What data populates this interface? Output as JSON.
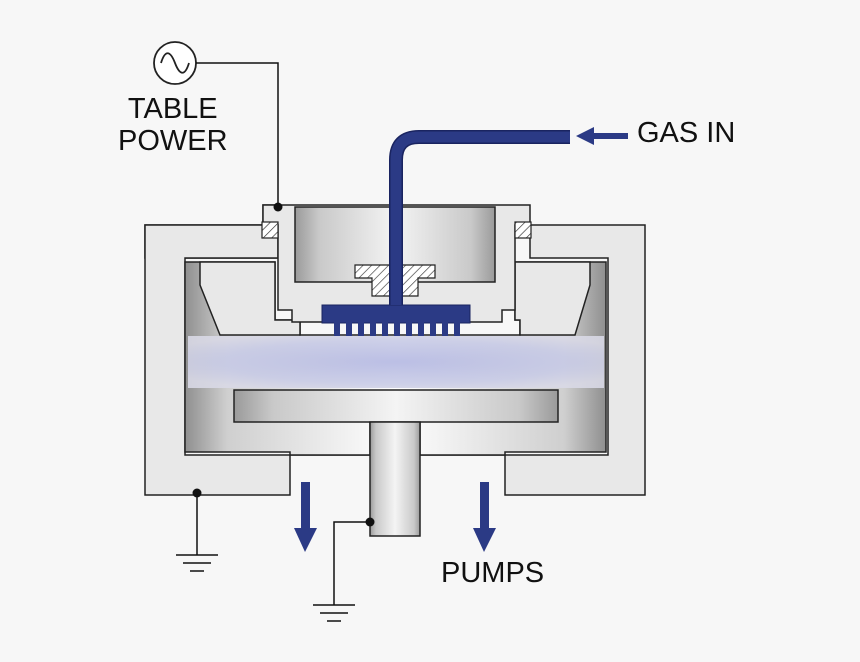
{
  "labels": {
    "table_power_line1": "TABLE",
    "table_power_line2": "POWER",
    "gas_in": "GAS IN",
    "pumps": "PUMPS"
  },
  "colors": {
    "background": "#f7f7f7",
    "chamber_wall": "#e8e8e8",
    "outline": "#222222",
    "gas_line": "#2b3a85",
    "plasma": "#b8bde0",
    "wire": "#111111"
  },
  "icons": [
    "ac-source-icon",
    "ground-icon",
    "arrow-icon"
  ]
}
